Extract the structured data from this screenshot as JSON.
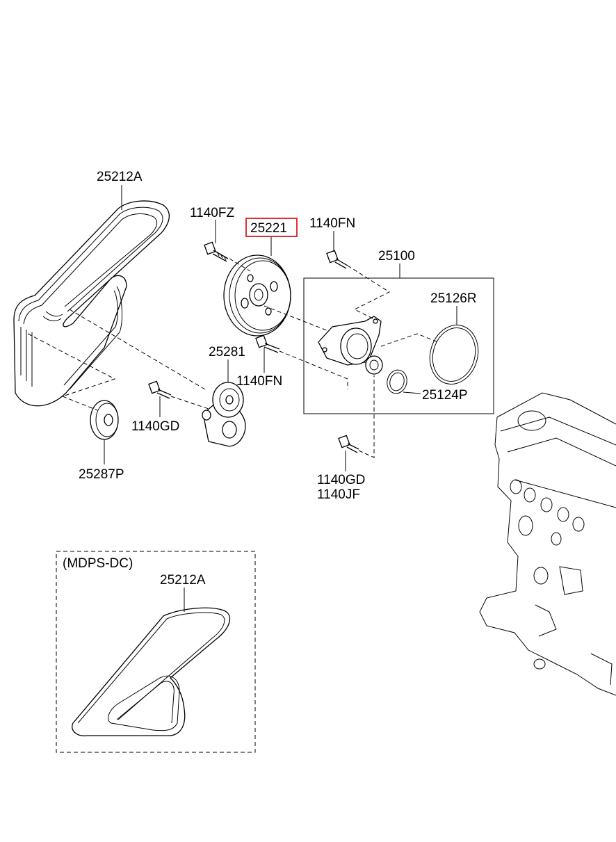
{
  "labels": {
    "belt_main": "25212A",
    "bolt_1140fz": "1140FZ",
    "pulley_25221": "25221",
    "bolt_1140fn_top": "1140FN",
    "pump_assy": "25100",
    "oring_25126r": "25126R",
    "tensioner_25281": "25281",
    "bolt_1140fn_mid": "1140FN",
    "bolt_1140gd_left": "1140GD",
    "gasket_25124p": "25124P",
    "idler_25287p": "25287P",
    "bolt_1140gd_bottom": "1140GD",
    "bolt_1140jf": "1140JF",
    "variant_title": "(MDPS-DC)",
    "belt_variant": "25212A"
  },
  "highlighted_part": "25221",
  "colors": {
    "highlight": "#d81e1e",
    "line": "#000000",
    "background": "#ffffff"
  }
}
